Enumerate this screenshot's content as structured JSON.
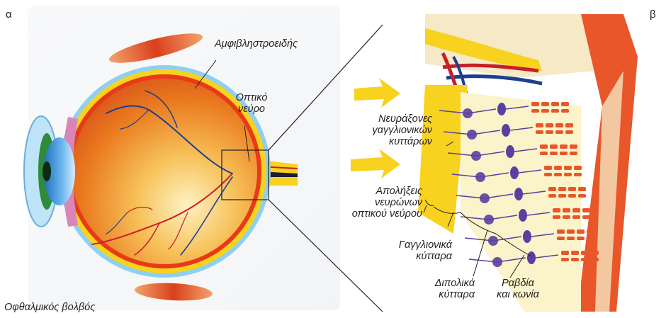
{
  "panels": {
    "a": "α",
    "b": "β"
  },
  "labels": {
    "retina": "Αμφιβληστροειδής",
    "optic_nerve": [
      "Οπτικό",
      "νεύρο"
    ],
    "eyeball": "Οφθαλμικός βολβός",
    "axons": [
      "Νευράξονες",
      "γαγγλιονικών",
      "κυττάρων"
    ],
    "endings": [
      "Απολήξεις",
      "νευρώνων",
      "οπτικού νεύρου"
    ],
    "ganglion_cells": [
      "Γαγγλιονικά",
      "κύτταρα"
    ],
    "bipolar_cells": [
      "Διπολικά",
      "κύτταρα"
    ],
    "rods_cones": [
      "Ραβδία",
      "και κωνία"
    ]
  },
  "colors": {
    "sclera_yellow": "#f7d21e",
    "eye_interior": "#e8701e",
    "eye_highlight": "#fde9a0",
    "muscle_red": "#d9401c",
    "vessel_blue": "#1d3f8f",
    "vessel_red": "#c81e2a",
    "cornea_blue": "#3a9be0",
    "iris_green": "#2f8a3a",
    "cell_purple": "#5b3fa0",
    "photoreceptor_orange": "#e8562a"
  }
}
